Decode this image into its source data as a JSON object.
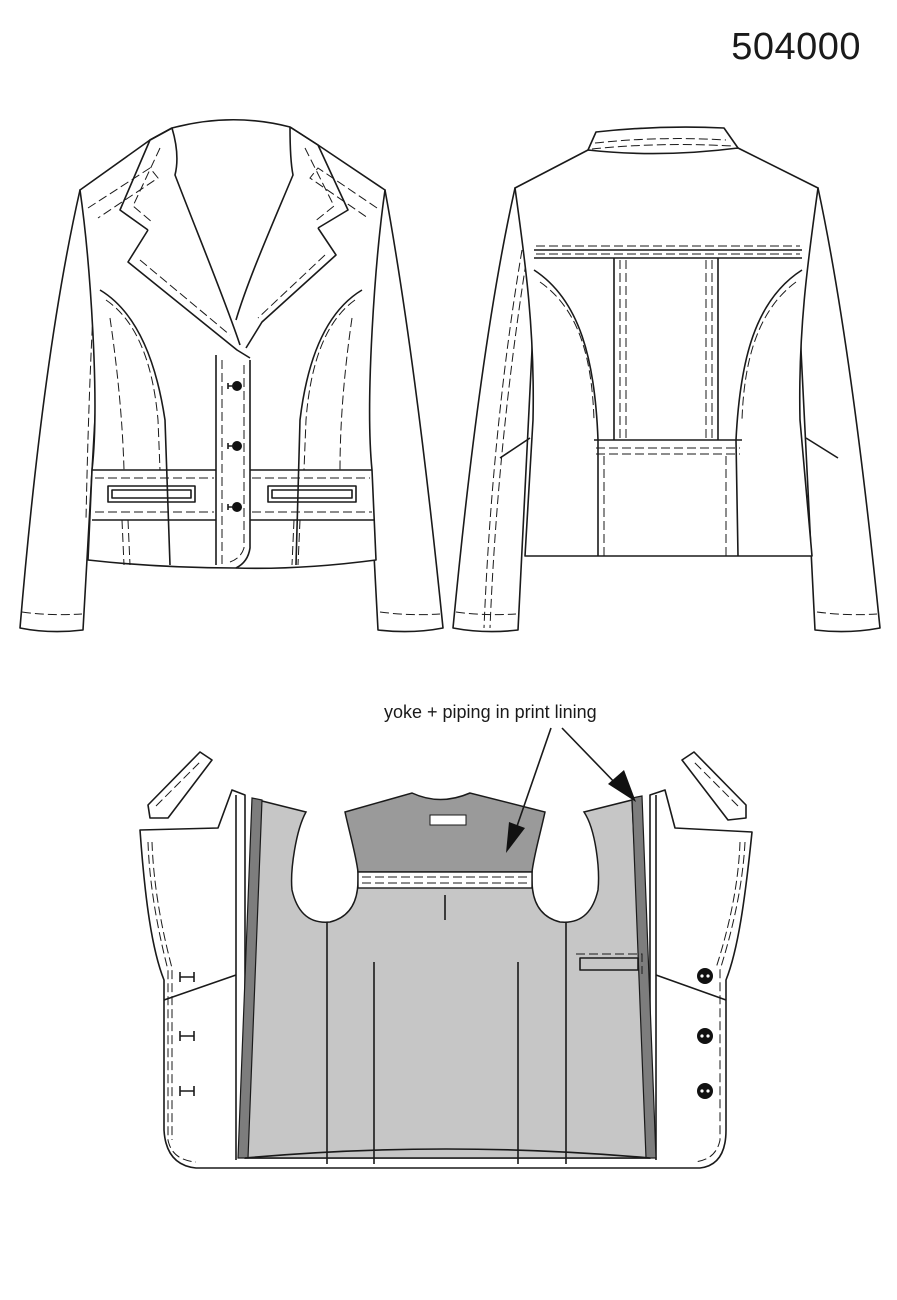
{
  "model_number": "504000",
  "annotation": {
    "text": "yoke + piping in print lining"
  },
  "views": [
    "front-view",
    "back-view",
    "inside-view"
  ]
}
